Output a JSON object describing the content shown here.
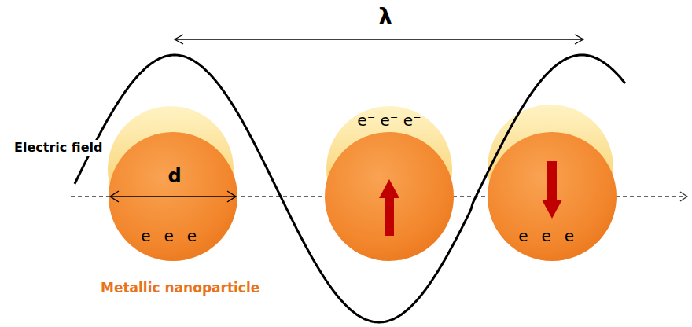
{
  "diagram": {
    "nodes": [
      {
        "text": [
          "d",
          "e⁻ e⁻ e⁻"
        ]
      },
      {
        "text": [
          "e⁻ e⁻ e⁻"
        ]
      },
      {
        "text": [
          "e⁻ e⁻ e⁻"
        ]
      }
    ],
    "labels": [
      "λ",
      "Electric field",
      "Metallic nanoparticle"
    ]
  }
}
